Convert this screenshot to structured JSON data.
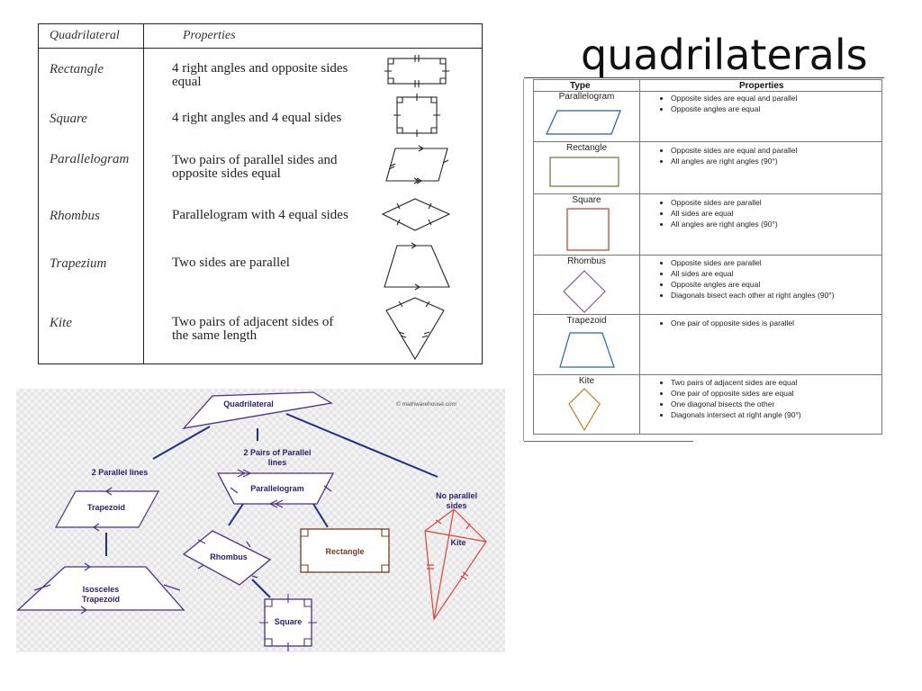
{
  "slide_title": "quadrilaterals",
  "table1": {
    "header_left": "Quadrilateral",
    "header_right": "Properties",
    "rows": [
      {
        "name": "Rectangle",
        "props": "4 right angles and opposite sides equal"
      },
      {
        "name": "Square",
        "props": "4 right angles and 4 equal sides"
      },
      {
        "name": "Parallelogram",
        "props": "Two pairs of parallel sides and opposite sides equal"
      },
      {
        "name": "Rhombus",
        "props": "Parallelogram with 4 equal sides"
      },
      {
        "name": "Trapezium",
        "props": "Two sides are parallel"
      },
      {
        "name": "Kite",
        "props": "Two pairs of adjacent sides of the same length"
      }
    ]
  },
  "table2": {
    "header_type": "Type",
    "header_props": "Properties",
    "rows": [
      {
        "type": "Parallelogram",
        "props": [
          "Opposite sides are equal and parallel",
          "Opposite angles are equal"
        ],
        "color": "#2c5d8a"
      },
      {
        "type": "Rectangle",
        "props": [
          "Opposite sides are equal and parallel",
          "All angles are right angles (90°)"
        ],
        "color": "#6b6e3a"
      },
      {
        "type": "Square",
        "props": [
          "Opposite sides are parallel",
          "All sides are equal",
          "All angles are right angles (90°)"
        ],
        "color": "#c0392b"
      },
      {
        "type": "Rhombus",
        "props": [
          "Opposite sides are parallel",
          "All sides are equal",
          "Opposite angles are equal",
          "Diagonals bisect each other at right angles (90°)"
        ],
        "color": "#7d5ba6"
      },
      {
        "type": "Trapezoid",
        "props": [
          "One pair of opposite sides is parallel"
        ],
        "color": "#1f6f8b"
      },
      {
        "type": "Kite",
        "props": [
          "Two pairs of adjacent sides are equal",
          "One pair of opposite sides are equal",
          "One diagonal bisects the other",
          "Diagonals intersect at right angle (90°)"
        ],
        "color": "#c67a1e"
      }
    ]
  },
  "tree": {
    "root": "Quadrilateral",
    "copyright": "© mathwarehouse.com",
    "branch_two_parallel": "2 Parallel lines",
    "branch_two_pairs": "2 Pairs of Parallel lines",
    "branch_no_parallel": "No parallel sides",
    "trapezoid": "Trapezoid",
    "isosceles": "Isosceles Trapezoid",
    "parallelogram": "Parallelogram",
    "rhombus": "Rhombus",
    "rectangle": "Rectangle",
    "square": "Square",
    "kite": "Kite",
    "colors": {
      "purple": "#4b2e8e",
      "navy": "#1e2f86",
      "brown": "#7a3b1d",
      "red": "#d9453a"
    }
  }
}
